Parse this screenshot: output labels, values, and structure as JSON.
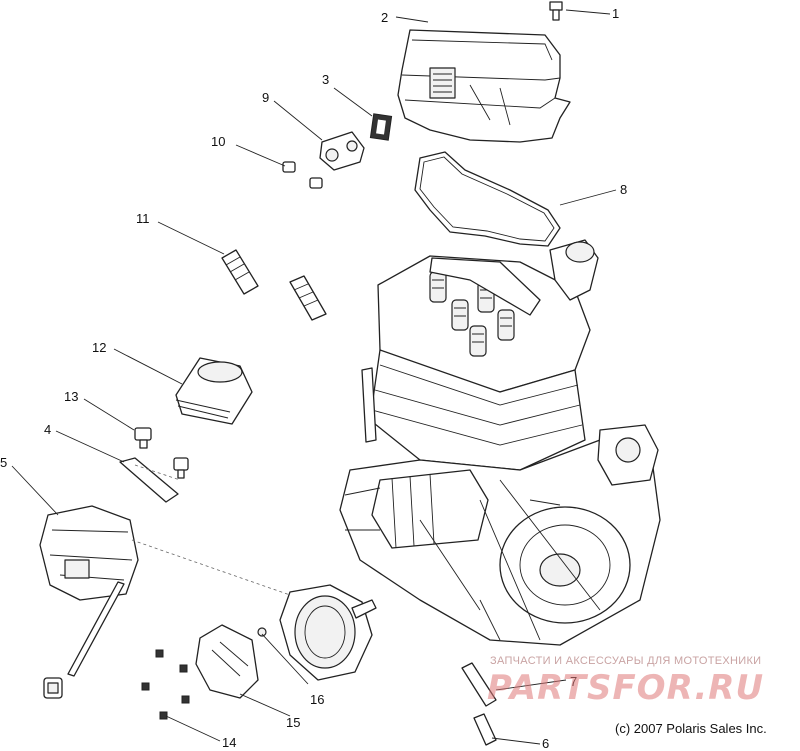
{
  "callouts": {
    "c1": "1",
    "c2": "2",
    "c3": "3",
    "c4": "4",
    "c5": "5",
    "c6": "6",
    "c7": "7",
    "c8": "8",
    "c9": "9",
    "c10": "10",
    "c11": "11",
    "c12": "12",
    "c13": "13",
    "c14": "14",
    "c15": "15",
    "c16": "16"
  },
  "watermark": {
    "tagline": "ЗАПЧАСТИ И АКСЕССУАРЫ ДЛЯ МОТОТЕХНИКИ",
    "logo": "PARTSFOR.RU"
  },
  "copyright": "(c) 2007 Polaris Sales Inc."
}
